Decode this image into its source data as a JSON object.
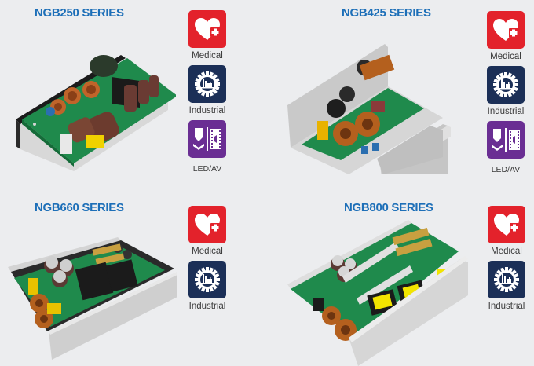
{
  "colors": {
    "background": "#ecedef",
    "title": "#1d6fb8",
    "medical": "#e3222b",
    "industrial": "#1b2f57",
    "ledav": "#6a2e93"
  },
  "products": [
    {
      "title": "NGB250 SERIES",
      "applications": [
        {
          "icon": "medical-heart-plus-icon",
          "label": "Medical"
        },
        {
          "icon": "industrial-gear-factory-icon",
          "label": "Industrial"
        },
        {
          "icon": "led-av-icon",
          "label": "LED/AV"
        }
      ]
    },
    {
      "title": "NGB425 SERIES",
      "applications": [
        {
          "icon": "medical-heart-plus-icon",
          "label": "Medical"
        },
        {
          "icon": "industrial-gear-factory-icon",
          "label": "Industrial"
        },
        {
          "icon": "led-av-icon",
          "label": "LED/AV"
        }
      ]
    },
    {
      "title": "NGB660 SERIES",
      "applications": [
        {
          "icon": "medical-heart-plus-icon",
          "label": "Medical"
        },
        {
          "icon": "industrial-gear-factory-icon",
          "label": "Industrial"
        }
      ]
    },
    {
      "title": "NGB800 SERIES",
      "applications": [
        {
          "icon": "medical-heart-plus-icon",
          "label": "Medical"
        },
        {
          "icon": "industrial-gear-factory-icon",
          "label": "Industrial"
        }
      ]
    }
  ]
}
